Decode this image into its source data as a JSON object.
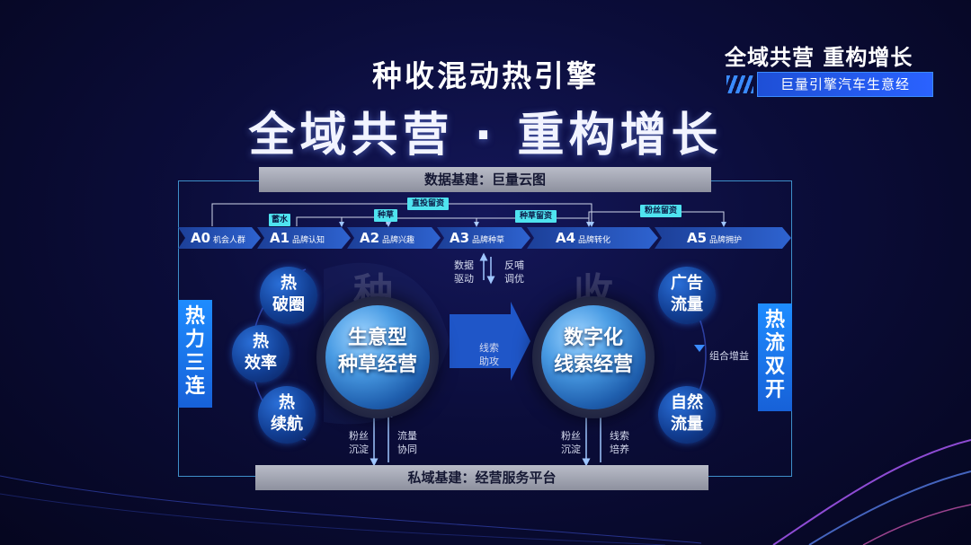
{
  "brand": {
    "title": "全域共营 重构增长",
    "subtitle": "巨量引擎汽车生意经"
  },
  "title_top": "种收混动热引擎",
  "title_main": "全域共营 · 重构增长",
  "top_bar": "数据基建：巨量云图",
  "bottom_bar": "私域基建：经营服务平台",
  "left_box": "热力三连",
  "right_box": "热流双开",
  "stages": [
    {
      "code": "A0",
      "name": "机会人群"
    },
    {
      "code": "A1",
      "name": "品牌认知"
    },
    {
      "code": "A2",
      "name": "品牌兴趣"
    },
    {
      "code": "A3",
      "name": "品牌种草"
    },
    {
      "code": "A4",
      "name": "品牌转化"
    },
    {
      "code": "A5",
      "name": "品牌拥护"
    }
  ],
  "tags": {
    "t1": "蓄水",
    "t2": "种草",
    "t3": "直投留资",
    "t4": "种草留资",
    "t5": "粉丝留资"
  },
  "big_chars": {
    "left": "种",
    "right": "收"
  },
  "spheres": {
    "left": {
      "line1": "生意型",
      "line2": "种草经营"
    },
    "right": {
      "line1": "数字化",
      "line2": "线索经营"
    }
  },
  "left_balls": [
    {
      "line1": "热",
      "line2": "破圈"
    },
    {
      "line1": "热",
      "line2": "效率"
    },
    {
      "line1": "热",
      "line2": "续航"
    }
  ],
  "right_balls": [
    {
      "line1": "广告",
      "line2": "流量"
    },
    {
      "line1": "自然",
      "line2": "流量"
    }
  ],
  "notes": {
    "data_drive": "数据\n驱动",
    "feedback": "反哺\n调优",
    "clue_assist": "线索\n助攻",
    "combo_gain": "组合增益",
    "fans_settle_l": "粉丝\n沉淀",
    "traffic_co": "流量\n协同",
    "fans_settle_r": "粉丝\n沉淀",
    "clue_nurture": "线索\n培养"
  },
  "colors": {
    "accent": "#2a62ff",
    "tag": "#4fe3ef",
    "frame": "#3e8fc9",
    "bar": "#a6a9b6"
  }
}
